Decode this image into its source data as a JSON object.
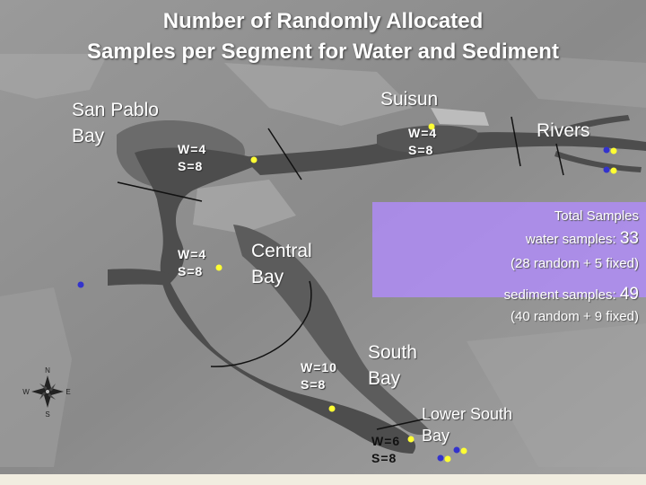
{
  "title": {
    "line1": "Number of Randomly Allocated",
    "line2": "Samples per Segment for Water and Sediment"
  },
  "regions": {
    "san_pablo": {
      "line1": "San Pablo",
      "line2": "Bay"
    },
    "suisun": "Suisun",
    "rivers": "Rivers",
    "central": {
      "line1": "Central",
      "line2": "Bay"
    },
    "south": {
      "line1": "South",
      "line2": "Bay"
    },
    "lower_south": {
      "line1": "Lower South",
      "line2": "Bay"
    }
  },
  "segments": {
    "san_pablo": {
      "w": "W=4",
      "s": "S=8"
    },
    "suisun": {
      "w": "W=4",
      "s": "S=8"
    },
    "central": {
      "w": "W=4",
      "s": "S=8"
    },
    "south": {
      "w": "W=10",
      "s": "S=8"
    },
    "lower_south": {
      "w": "W=6",
      "s": "S=8"
    }
  },
  "totals": {
    "heading": "Total Samples",
    "water_label": "water samples:",
    "water_value": "33",
    "water_detail": "(28 random + 5 fixed)",
    "sediment_label": "sediment samples:",
    "sediment_value": "49",
    "sediment_detail": "(40 random + 9 fixed)"
  },
  "compass": {
    "n": "N",
    "s": "S",
    "e": "E",
    "w": "W"
  },
  "colors": {
    "random_site": "#ffff33",
    "fixed_site": "#3333cc",
    "totals_box": "#b28cff",
    "water": "#4d4d4d",
    "land": "#8a8a8a"
  }
}
